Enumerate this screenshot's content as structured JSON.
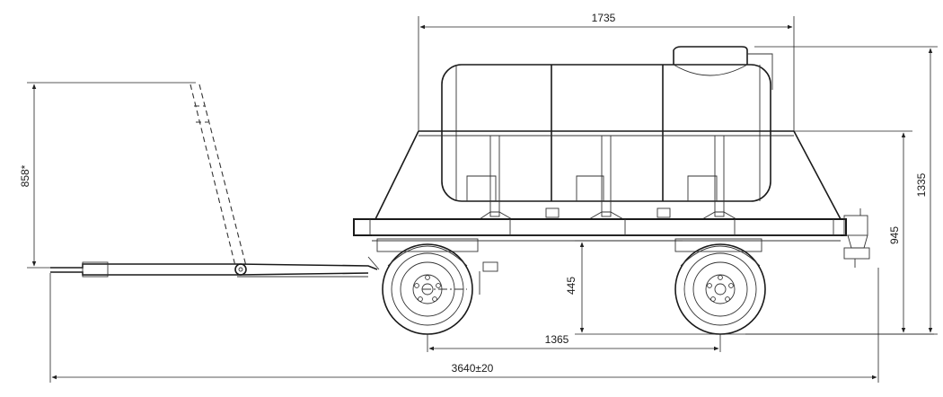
{
  "dimensions": {
    "tank_length": "1735",
    "total_height": "1335",
    "frame_height": "945",
    "axle_height": "445",
    "wheelbase": "1365",
    "overall_length": "3640±20",
    "drawbar_raise": "858*"
  }
}
